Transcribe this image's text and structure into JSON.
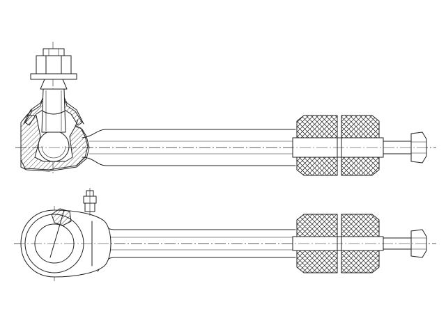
{
  "drawing": {
    "colors": {
      "line": "#1e1e1e",
      "background": "#ffffff"
    },
    "views": [
      {
        "name": "side-section-view",
        "parts": [
          "castle-nut",
          "washer",
          "ball-stud",
          "dust-boot",
          "ball-socket-housing",
          "tie-rod-shaft",
          "rubber-bushing",
          "threaded-end",
          "hex-nut"
        ]
      },
      {
        "name": "top-view",
        "parts": [
          "eye-housing",
          "grease-fitting",
          "tie-rod-shaft",
          "rubber-bushing",
          "threaded-end",
          "hex-nut"
        ]
      }
    ]
  }
}
